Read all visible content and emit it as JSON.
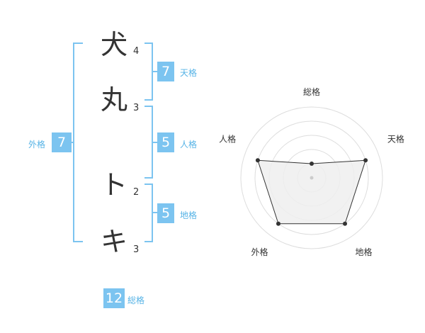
{
  "characters": [
    {
      "char": "犬",
      "strokes": "4"
    },
    {
      "char": "丸",
      "strokes": "3"
    },
    {
      "char": "ト",
      "strokes": "2"
    },
    {
      "char": "キ",
      "strokes": "3"
    }
  ],
  "fortunes": {
    "tenkaku": {
      "value": "7",
      "label": "天格"
    },
    "jinkaku": {
      "value": "5",
      "label": "人格"
    },
    "chikaku": {
      "value": "5",
      "label": "地格"
    },
    "gaikaku": {
      "value": "7",
      "label": "外格"
    },
    "soukaku": {
      "value": "12",
      "label": "総格"
    }
  },
  "chart_data": {
    "type": "radar",
    "axes": [
      "総格",
      "天格",
      "地格",
      "外格",
      "人格"
    ],
    "values": [
      1,
      4,
      4,
      4,
      4
    ],
    "rmax": 5,
    "rings": 5,
    "colors": {
      "fill": "#efefef",
      "line": "#333333",
      "grid": "#dddddd"
    }
  },
  "colors": {
    "accent": "#7cc4f0",
    "accent_text": "#56b3e6"
  }
}
